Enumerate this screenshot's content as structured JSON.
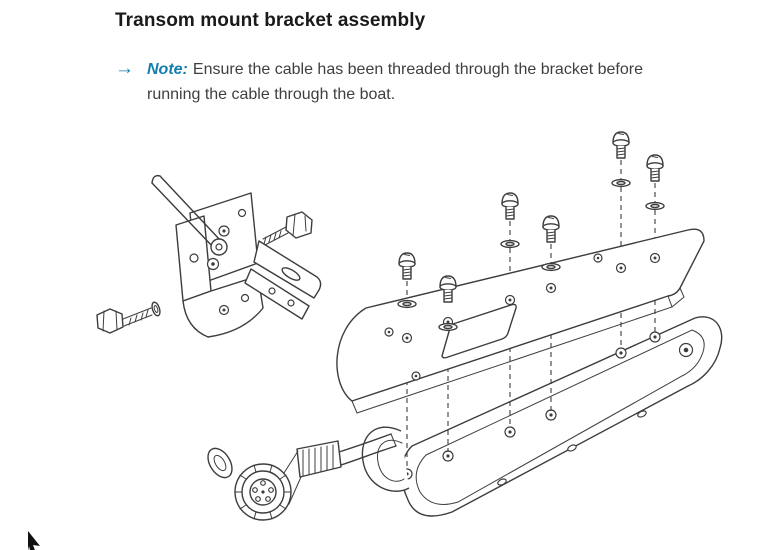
{
  "page": {
    "title": "Transom mount bracket assembly"
  },
  "note": {
    "arrow": "→",
    "label": "Note:",
    "text": "Ensure the cable has been threaded through the bracket before running the cable through the boat."
  },
  "colors": {
    "accent_blue": "#137dad",
    "title_text": "#1a1a1a",
    "body_text": "#3f3f40",
    "line_art": "#3d3d3d",
    "background": "#ffffff"
  },
  "diagram": {
    "name": "transom-mount-bracket-exploded-view",
    "parts": [
      "quick-release-bracket",
      "release-lever-rod",
      "hex-bolt",
      "hex-bolt-with-washer",
      "mounting-plate",
      "pan-head-screws",
      "flat-washers",
      "transducer-housing",
      "cable",
      "cable-connector-plug",
      "locking-ring"
    ]
  },
  "cursor": {
    "type": "arrow-pointer"
  }
}
